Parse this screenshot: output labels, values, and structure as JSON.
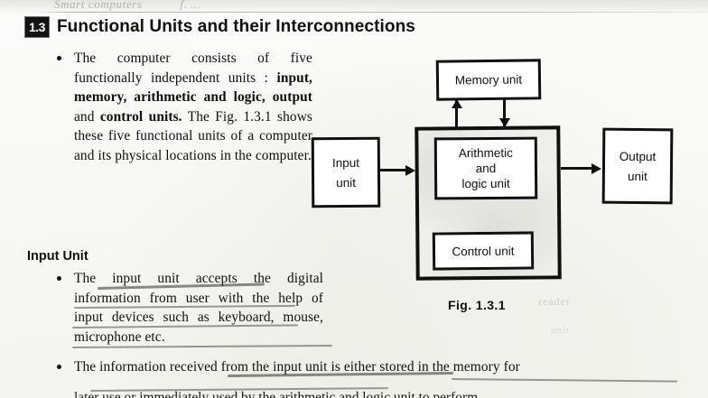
{
  "page": {
    "cut_off_header_left": "Smart computers",
    "cut_off_header_right": "f. ...",
    "section_number": "1.3",
    "section_title": "Functional Units and their Interconnections",
    "subheading_input_unit": "Input Unit",
    "ghost_margin_text": "reader",
    "ghost_margin_text_2": "unit"
  },
  "bullets": [
    {
      "id": "five-units",
      "segments": [
        {
          "text": "The computer consists of five functionally independent units : ",
          "bold": false
        },
        {
          "text": "input, memory, arithmetic and logic, output",
          "bold": true
        },
        {
          "text": " and ",
          "bold": false
        },
        {
          "text": "control units.",
          "bold": true
        },
        {
          "text": " The Fig. 1.3.1 shows these five functional units of a computer and its physical locations in the computer.",
          "bold": false
        }
      ]
    },
    {
      "id": "input-accepts",
      "segments": [
        {
          "text": "The input unit accepts the digital information from user with the help of input devices such as keyboard, mouse, microphone etc.",
          "bold": false
        }
      ]
    },
    {
      "id": "info-received",
      "segments": [
        {
          "text": "The information received from the input unit is either stored in the memory for",
          "bold": false
        }
      ]
    }
  ],
  "clipped_last_line": "later use or immediately used by the arithmetic and logic unit to perform",
  "diagram": {
    "caption": "Fig. 1.3.1",
    "boxes": [
      {
        "id": "memory",
        "label": "Memory unit"
      },
      {
        "id": "input",
        "label": "Input\nunit"
      },
      {
        "id": "cpu",
        "label": ""
      },
      {
        "id": "alu",
        "label": "Arithmetic\nand\nlogic unit"
      },
      {
        "id": "control",
        "label": "Control unit"
      },
      {
        "id": "output",
        "label": "Output\nunit"
      }
    ],
    "box_labels": {
      "memory": "Memory unit",
      "input_line1": "Input",
      "input_line2": "unit",
      "alu_line1": "Arithmetic",
      "alu_line2": "and",
      "alu_line3": "logic unit",
      "control": "Control unit",
      "output_line1": "Output",
      "output_line2": "unit"
    },
    "connections": [
      {
        "from": "input",
        "to": "cpu",
        "direction": "right"
      },
      {
        "from": "cpu",
        "to": "memory",
        "direction": "up"
      },
      {
        "from": "memory",
        "to": "cpu",
        "direction": "down"
      },
      {
        "from": "cpu",
        "to": "output",
        "direction": "right"
      }
    ]
  },
  "colors": {
    "ink": "#101010",
    "paper": "#fdfdfb",
    "cpu_fill": "#eeeeea",
    "badge_bg": "#141414",
    "badge_fg": "#ffffff",
    "pencil_underline": "rgba(45,45,45,0.55)"
  }
}
